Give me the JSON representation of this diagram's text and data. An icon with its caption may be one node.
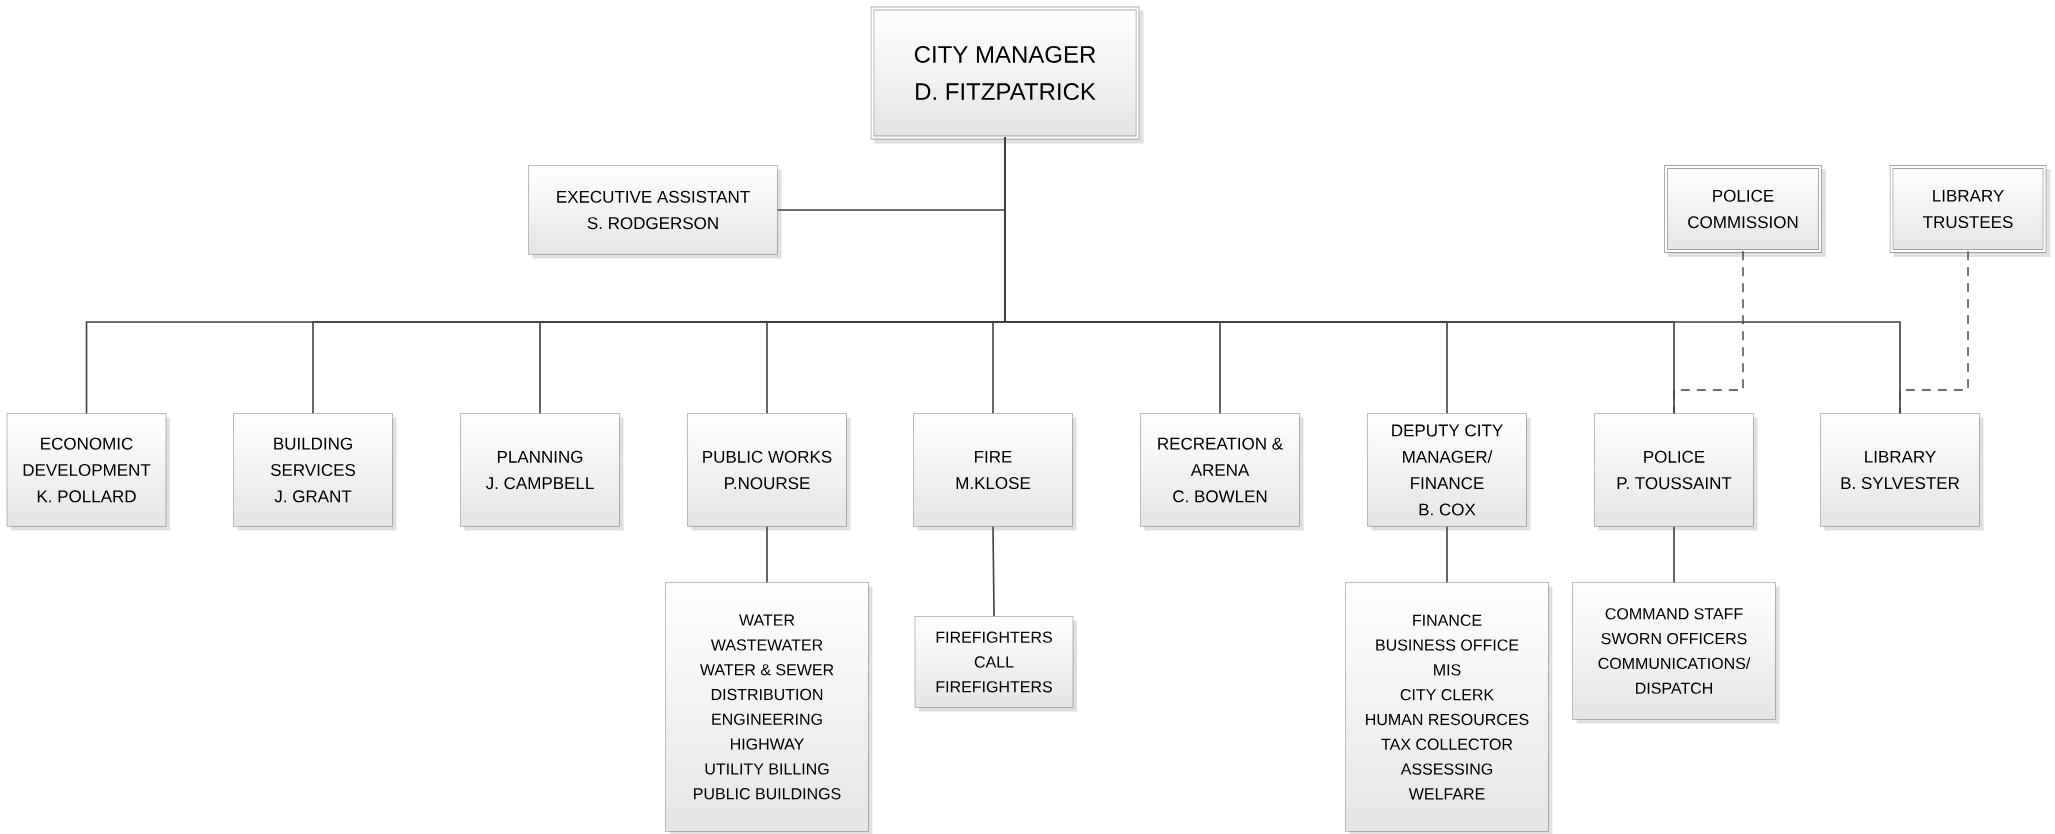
{
  "diagram": {
    "nodes": [
      {
        "text": [
          "CITY MANAGER",
          "D. FITZPATRICK"
        ]
      },
      {
        "text": [
          "EXECUTIVE ASSISTANT",
          "S. RODGERSON"
        ]
      },
      {
        "text": [
          "POLICE COMMISSION"
        ]
      },
      {
        "text": [
          "LIBRARY TRUSTEES"
        ]
      },
      {
        "text": [
          "ECONOMIC DEVELOPMENT",
          "K. POLLARD"
        ]
      },
      {
        "text": [
          "BUILDING SERVICES",
          "J. GRANT"
        ]
      },
      {
        "text": [
          "PLANNING",
          "J. CAMPBELL"
        ]
      },
      {
        "text": [
          "PUBLIC WORKS",
          "P.NOURSE"
        ]
      },
      {
        "text": [
          "FIRE",
          "M.KLOSE"
        ]
      },
      {
        "text": [
          "RECREATION & ARENA",
          "C. BOWLEN"
        ]
      },
      {
        "text": [
          "DEPUTY CITY MANAGER/ FINANCE",
          "B. COX"
        ]
      },
      {
        "text": [
          "POLICE",
          "P. TOUSSAINT"
        ]
      },
      {
        "text": [
          "LIBRARY",
          "B. SYLVESTER"
        ]
      },
      {
        "text": [
          "WATER",
          "WASTEWATER",
          "WATER & SEWER",
          "DISTRIBUTION",
          "ENGINEERING",
          "HIGHWAY",
          "UTILITY BILLING",
          "PUBLIC BUILDINGS"
        ]
      },
      {
        "text": [
          "FIREFIGHTERS",
          "CALL FIREFIGHTERS"
        ]
      },
      {
        "text": [
          "FINANCE",
          "BUSINESS OFFICE",
          "MIS",
          "CITY CLERK",
          "HUMAN RESOURCES",
          "TAX COLLECTOR",
          "ASSESSING",
          "WELFARE"
        ]
      },
      {
        "text": [
          "COMMAND STAFF",
          "SWORN OFFICERS",
          "COMMUNICATIONS/ DISPATCH"
        ]
      }
    ],
    "edges": [
      {
        "from": 0,
        "to": 1,
        "arrow": "none"
      },
      {
        "from": 0,
        "to": 4,
        "arrow": "none"
      },
      {
        "from": 0,
        "to": 5,
        "arrow": "none"
      },
      {
        "from": 0,
        "to": 6,
        "arrow": "none"
      },
      {
        "from": 0,
        "to": 7,
        "arrow": "none"
      },
      {
        "from": 0,
        "to": 8,
        "arrow": "none"
      },
      {
        "from": 0,
        "to": 9,
        "arrow": "none"
      },
      {
        "from": 0,
        "to": 10,
        "arrow": "none"
      },
      {
        "from": 0,
        "to": 11,
        "arrow": "none"
      },
      {
        "from": 0,
        "to": 12,
        "arrow": "none"
      },
      {
        "from": 2,
        "to": 11,
        "arrow": "none",
        "style": "dashed"
      },
      {
        "from": 3,
        "to": 12,
        "arrow": "none",
        "style": "dashed"
      },
      {
        "from": 7,
        "to": 13,
        "arrow": "none"
      },
      {
        "from": 8,
        "to": 14,
        "arrow": "none"
      },
      {
        "from": 10,
        "to": 15,
        "arrow": "none"
      },
      {
        "from": 11,
        "to": 16,
        "arrow": "none"
      }
    ]
  }
}
